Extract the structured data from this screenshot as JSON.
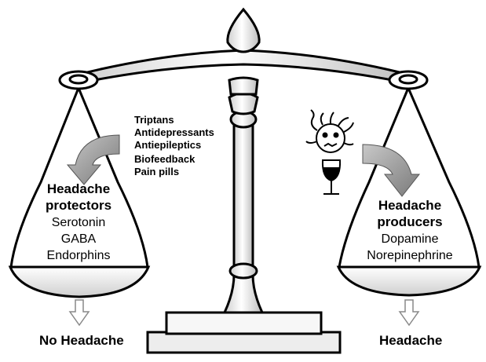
{
  "treatments": [
    "Triptans",
    "Antidepressants",
    "Antiepileptics",
    "Biofeedback",
    "Pain pills"
  ],
  "left_pan": {
    "heading_line1": "Headache",
    "heading_line2": "protectors",
    "chemicals": [
      "Serotonin",
      "GABA",
      "Endorphins"
    ],
    "outcome": "No Headache"
  },
  "right_pan": {
    "heading_line1": "Headache",
    "heading_line2": "producers",
    "chemicals": [
      "Dopamine",
      "Norepinephrine"
    ],
    "outcome": "Headache"
  },
  "icons": [
    "balance-scale-icon",
    "left-curved-arrow-icon",
    "right-curved-arrow-icon",
    "stressed-face-icon",
    "wine-glass-icon",
    "down-arrow-icon"
  ],
  "colors": {
    "stroke": "#000000",
    "arrow": "#9a9a9a",
    "pan_shade": "#d6d6d6"
  }
}
